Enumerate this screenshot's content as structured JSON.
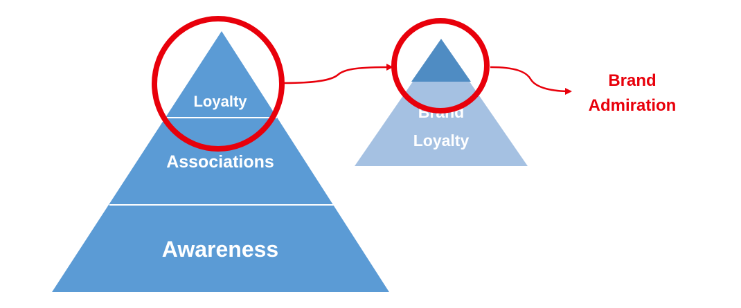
{
  "colors": {
    "pyramid_main": "#5b9bd5",
    "pyramid_top_small": "#4f8cc3",
    "pyramid_small_body": "#a5c1e2",
    "divider": "#ffffff",
    "highlight": "#e8000b",
    "label_light": "#ffffff",
    "label_red": "#e8000b"
  },
  "main_pyramid": {
    "tiers": [
      {
        "label": "Loyalty"
      },
      {
        "label": "Associations"
      },
      {
        "label": "Awareness"
      }
    ]
  },
  "small_pyramid": {
    "label_line1": "Brand",
    "label_line2": "Loyalty"
  },
  "result": {
    "line1": "Brand",
    "line2": "Admiration"
  }
}
